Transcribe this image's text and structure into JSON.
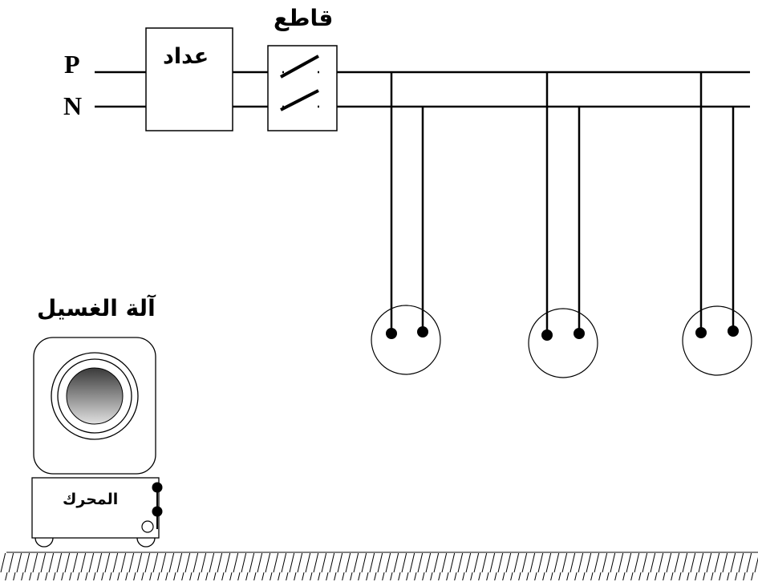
{
  "lines": {
    "phase": "P",
    "neutral": "N"
  },
  "meter": {
    "label": "عداد"
  },
  "breaker": {
    "label": "قاطع"
  },
  "washing_machine": {
    "label": "آلة الغسيل",
    "motor_label": "المحرك"
  },
  "outlets": [
    {},
    {},
    {}
  ]
}
